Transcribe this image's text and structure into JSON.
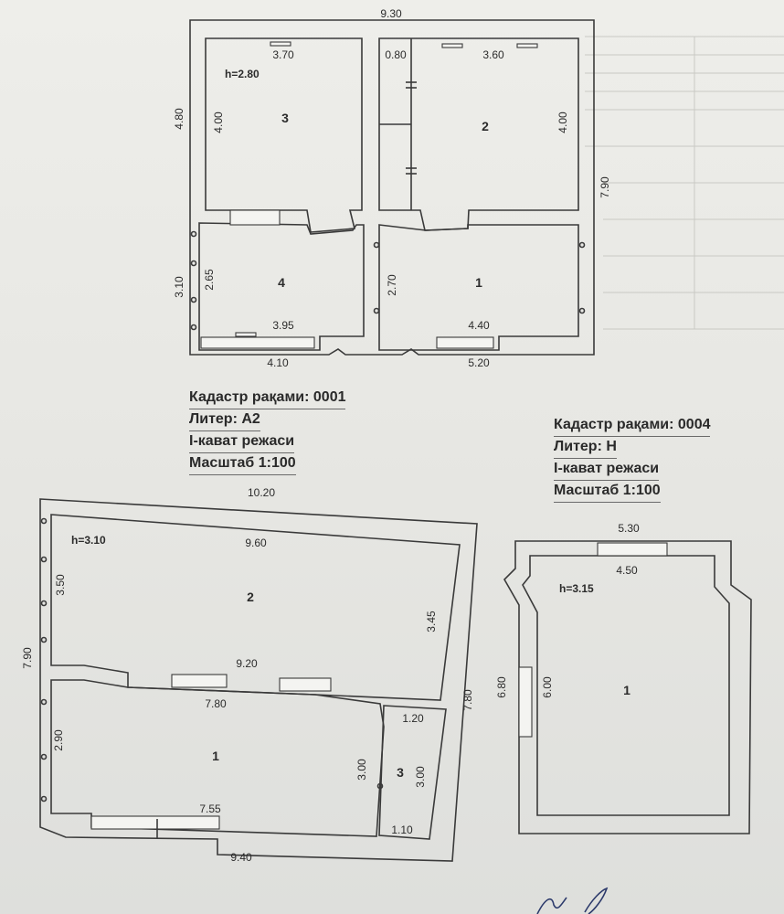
{
  "plan_a": {
    "top_dim": "9.30",
    "left_dim_upper": "4.80",
    "left_dim_lower": "3.10",
    "right_dim": "7.90",
    "bottom_left_dim": "4.10",
    "bottom_right_dim": "5.20",
    "room3": {
      "number": "3",
      "height": "h=2.80",
      "width": "3.70",
      "depth": "4.00"
    },
    "room2": {
      "number": "2",
      "width": "3.60",
      "corridor": "0.80",
      "depth": "4.00"
    },
    "room4": {
      "number": "4",
      "width": "3.95",
      "depth": "2.65"
    },
    "room1": {
      "number": "1",
      "width": "4.40",
      "depth": "2.70"
    }
  },
  "caption_a": {
    "cadastre": "Кадастр рақами: 0001",
    "liter": "Литер: А2",
    "floor": "I-кават режаси",
    "scale": "Масштаб 1:100"
  },
  "caption_b": {
    "cadastre": "Кадастр рақами: 0004",
    "liter": "Литер: Н",
    "floor": "I-кават режаси",
    "scale": "Масштаб 1:100"
  },
  "plan_b": {
    "top_dim": "10.20",
    "left_dim": "7.90",
    "right_dim": "7.80",
    "bottom_dim": "9.40",
    "room2": {
      "number": "2",
      "height": "h=3.10",
      "width": "9.60",
      "left_depth": "3.50",
      "right_depth": "3.45"
    },
    "mid_dim": "9.20",
    "room1": {
      "number": "1",
      "top_width": "7.80",
      "left_depth": "2.90",
      "depth": "3.00",
      "bottom_width": "7.55"
    },
    "room3": {
      "number": "3",
      "top_width": "1.20",
      "depth": "3.00",
      "bottom_width": "1.10"
    }
  },
  "plan_c": {
    "top_dim": "5.30",
    "inner_top": "4.50",
    "height": "h=3.15",
    "left_dim": "6.80",
    "inner_left": "6.00",
    "room1": {
      "number": "1"
    }
  }
}
